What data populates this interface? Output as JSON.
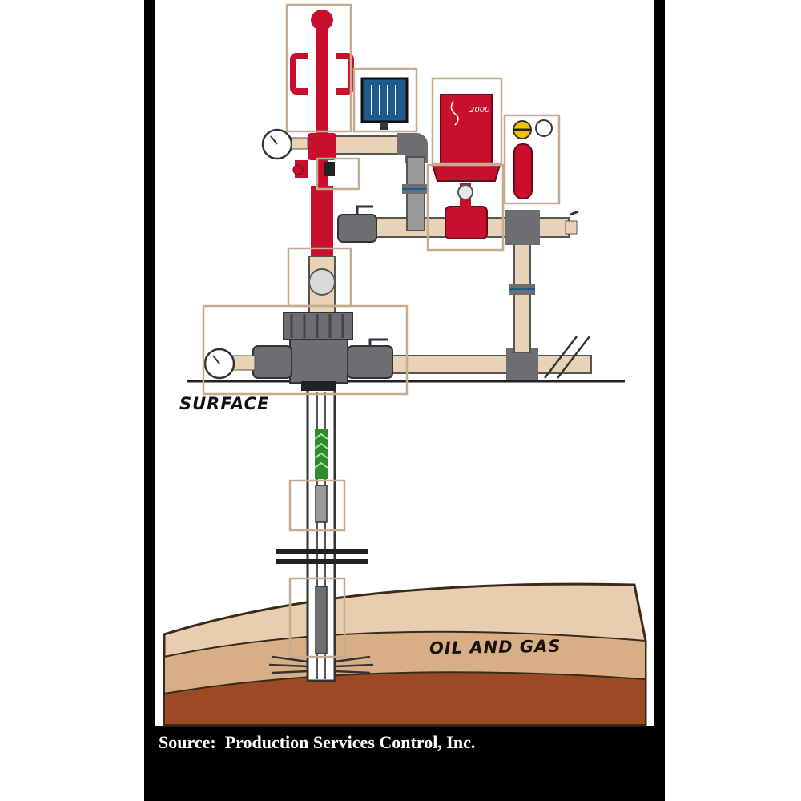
{
  "labels": {
    "surface": "SURFACE",
    "formation": "OIL AND GAS",
    "controller_text": "2000",
    "source": "Source:  Production Services Control, Inc."
  },
  "colors": {
    "red": "#c8102e",
    "gray": "#6d6e71",
    "tan_pipe": "#e8d3b7",
    "highlight_box": "#c7ab8e",
    "blue_panel": "#1f5a8a",
    "gauge_yellow": "#f2c300",
    "ground_light": "#e9cdb0",
    "ground_mid": "#d7ae86",
    "ground_dark": "#9b4a25",
    "black_border": "#000000",
    "perforation_green": "#2e8b2e"
  }
}
